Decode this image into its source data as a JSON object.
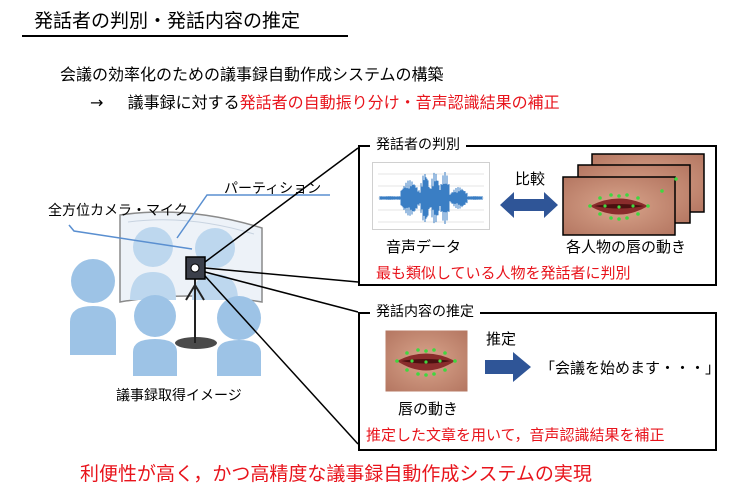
{
  "title": "発話者の判別・発話内容の推定",
  "intro": {
    "line1": "会議の効率化のための議事録自動作成システムの構築",
    "line2_arrow": "→",
    "line2_prefix": "議事録に対する",
    "line2_highlight": "発話者の自動振り分け・音声認識結果の補正"
  },
  "illustration": {
    "label_camera": "全方位カメラ・マイク",
    "label_partition": "パーティション",
    "caption": "議事録取得イメージ"
  },
  "speaker_box": {
    "title": "発話者の判別",
    "audio_label": "音声データ",
    "compare_label": "比較",
    "lips_label": "各人物の唇の動き",
    "result": "最も類似している人物を発話者に判別"
  },
  "content_box": {
    "title": "発話内容の推定",
    "estimate_label": "推定",
    "estimated_text": "「会議を始めます・・・」",
    "lips_label": "唇の動き",
    "result": "推定した文章を用いて，音声認識結果を補正"
  },
  "conclusion": "利便性が高く，かつ高精度な議事録自動作成システムの実現",
  "colors": {
    "accent_red": "#e8141c",
    "person_blue": "#9dc3e6",
    "arrow_navy": "#2f5597",
    "wave_blue": "#3a7ec4"
  }
}
